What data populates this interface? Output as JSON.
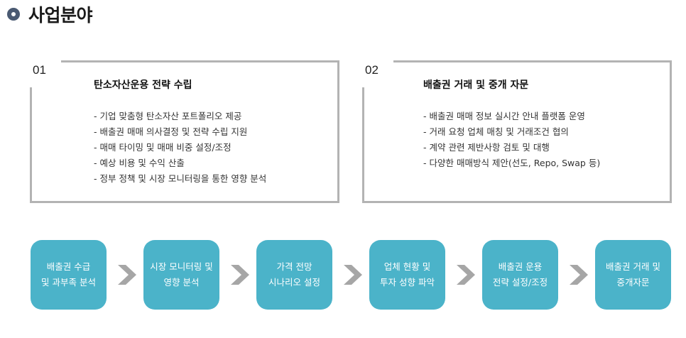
{
  "header": {
    "title": "사업분야"
  },
  "cards": [
    {
      "number": "01",
      "title": "탄소자산운용 전략 수립",
      "items": [
        "- 기업 맞춤형 탄소자산 포트폴리오 제공",
        "- 배출권 매매 의사결정 및 전략 수립 지원",
        "- 매매 타이밍 및 매매 비중 설정/조정",
        "- 예상 비용 및 수익 산출",
        "- 정부 정책 및 시장 모니터링을 통한 영향 분석"
      ]
    },
    {
      "number": "02",
      "title": "배출권 거래 및 중개 자문",
      "items": [
        "- 배출권 매매 정보 실시간 안내 플랫폼 운영",
        "- 거래 요청 업체 매칭 및 거래조건 협의",
        "- 계약 관련 제반사항 검토 및 대행",
        "- 다양한 매매방식 제안(선도, Repo, Swap 등)"
      ]
    }
  ],
  "flow": [
    {
      "line1": "배출권 수급",
      "line2": "및 과부족 분석"
    },
    {
      "line1": "시장 모니터링 및",
      "line2": "영향 분석"
    },
    {
      "line1": "가격 전망",
      "line2": "시나리오 설정"
    },
    {
      "line1": "업체 현황 및",
      "line2": "투자 성향 파악"
    },
    {
      "line1": "배출권 운용",
      "line2": "전략 설정/조정"
    },
    {
      "line1": "배출권 거래 및",
      "line2": "중개자문"
    }
  ],
  "colors": {
    "accent": "#4bb3c9",
    "frame": "#b3b3b3",
    "arrow": "#a6a6a6",
    "header_icon": "#4a5a72"
  }
}
